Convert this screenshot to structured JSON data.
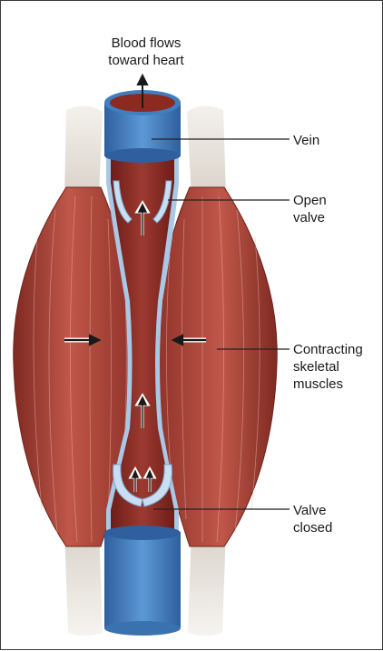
{
  "labels": {
    "blood_flow_line1": "Blood flows",
    "blood_flow_line2": "toward heart",
    "vein": "Vein",
    "open_valve_line1": "Open",
    "open_valve_line2": "valve",
    "muscles_line1": "Contracting",
    "muscles_line2": "skeletal",
    "muscles_line3": "muscles",
    "valve_closed_line1": "Valve",
    "valve_closed_line2": "closed"
  },
  "colors": {
    "muscle": "#b5483a",
    "muscle_dark": "#7e2a22",
    "tendon": "#e8e2da",
    "vein_blue": "#3f7fc1",
    "vein_light": "#a9c8e6",
    "blood": "#8c2a22",
    "leader": "#222222"
  }
}
